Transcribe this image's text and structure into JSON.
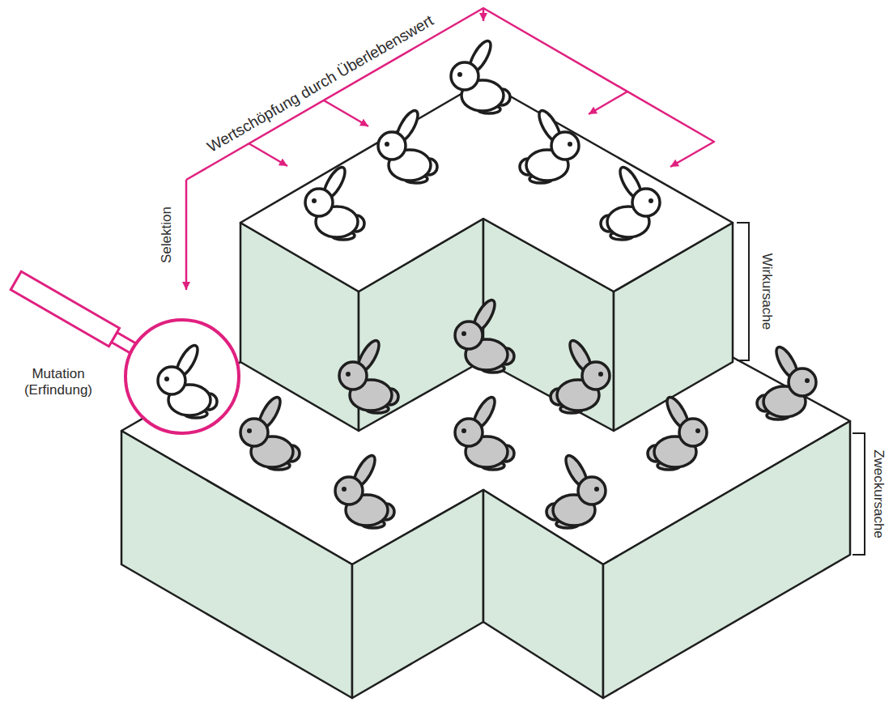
{
  "diagram": {
    "labels": [
      "Wertschöpfung durch Überlebenswert",
      "Selektion",
      "Mutation (Erfindung)",
      "Wirkursache",
      "Zweckursache"
    ]
  }
}
